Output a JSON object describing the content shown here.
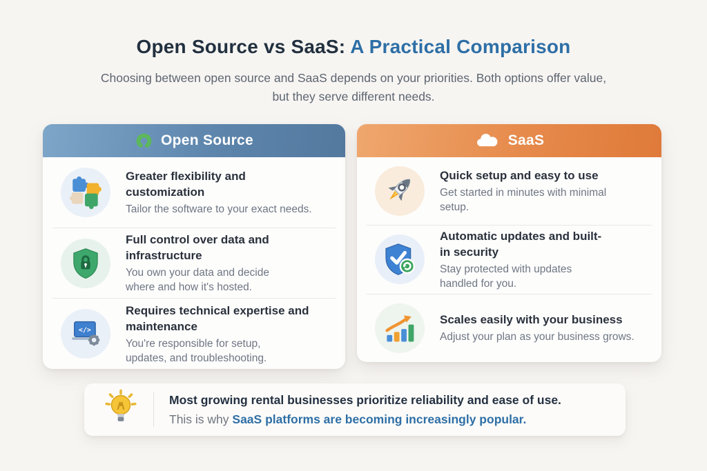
{
  "page": {
    "title_dark": "Open Source vs SaaS:",
    "title_accent": " A Practical Comparison",
    "subtitle": "Choosing between open source and SaaS depends on your priorities. Both options offer value, but they serve different needs."
  },
  "colors": {
    "background": "#f7f5f2",
    "title_dark": "#22303f",
    "title_accent": "#2e6fa6",
    "header_blue_start": "#7ea6c9",
    "header_blue_end": "#54799f",
    "header_orange_start": "#efa76e",
    "header_orange_end": "#df7a3a",
    "row_title": "#2a313c",
    "row_desc": "#6e7683",
    "callout_highlight": "#2e6fa6"
  },
  "cards": [
    {
      "header": {
        "label": "Open Source",
        "icon": "open-source-logo-icon"
      },
      "rows": [
        {
          "icon": "puzzle-pieces-icon",
          "title": "Greater flexibility and customization",
          "description": "Tailor the software to your exact needs."
        },
        {
          "icon": "shield-lock-icon",
          "title": "Full control over data and infrastructure",
          "description": "You own your data and decide where and how it's hosted."
        },
        {
          "icon": "laptop-code-gear-icon",
          "title": "Requires technical expertise and maintenance",
          "description": "You're responsible for setup, updates, and troubleshooting."
        }
      ]
    },
    {
      "header": {
        "label": "SaaS",
        "icon": "cloud-icon"
      },
      "rows": [
        {
          "icon": "rocket-icon",
          "title": "Quick setup and easy to use",
          "description": "Get started in minutes with minimal setup."
        },
        {
          "icon": "shield-check-sync-icon",
          "title": "Automatic updates and built-in security",
          "description": "Stay protected with updates handled for you."
        },
        {
          "icon": "bar-chart-growth-icon",
          "title": "Scales easily with your business",
          "description": "Adjust your plan as your business grows."
        }
      ]
    }
  ],
  "callout": {
    "icon": "lightbulb-icon",
    "line1": "Most growing rental businesses prioritize reliability and ease of use.",
    "line2_prefix": "This is why ",
    "line2_highlight": "SaaS platforms are becoming increasingly popular."
  }
}
